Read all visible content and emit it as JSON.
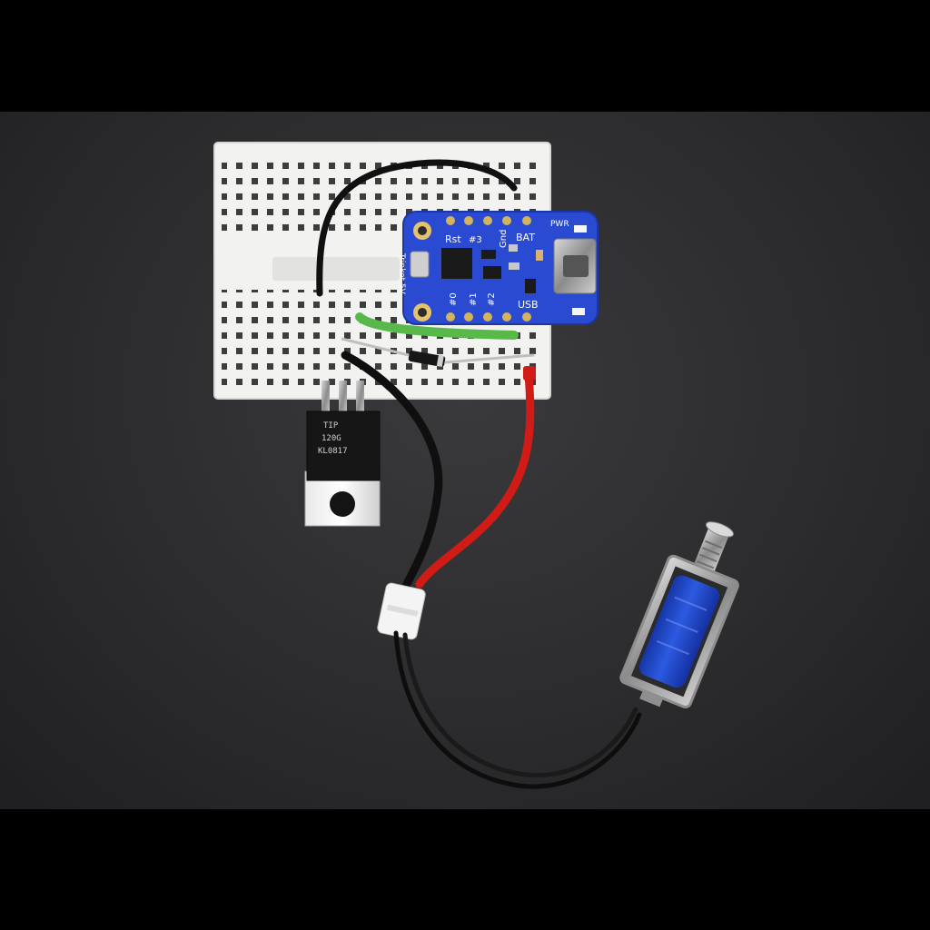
{
  "board": {
    "pin_labels": {
      "rst": "Rst",
      "p3": "#3",
      "gnd": "Gnd",
      "bat": "BAT",
      "pwr": "PWR",
      "p0": "#0",
      "p1": "#1",
      "p2": "#2",
      "usb": "USB"
    },
    "name_label": "Trinket 5V",
    "color": "#2a4bd1"
  },
  "transistor": {
    "marking_line1": "TIP",
    "marking_line2": "120G",
    "marking_line3": "KL0817"
  },
  "colors": {
    "background": "#2c2c2e",
    "breadboard": "#f2f2f0",
    "wire_red": "#d11b17",
    "wire_black": "#101010",
    "wire_green": "#58b84a",
    "solenoid_coil": "#1f45c8"
  }
}
